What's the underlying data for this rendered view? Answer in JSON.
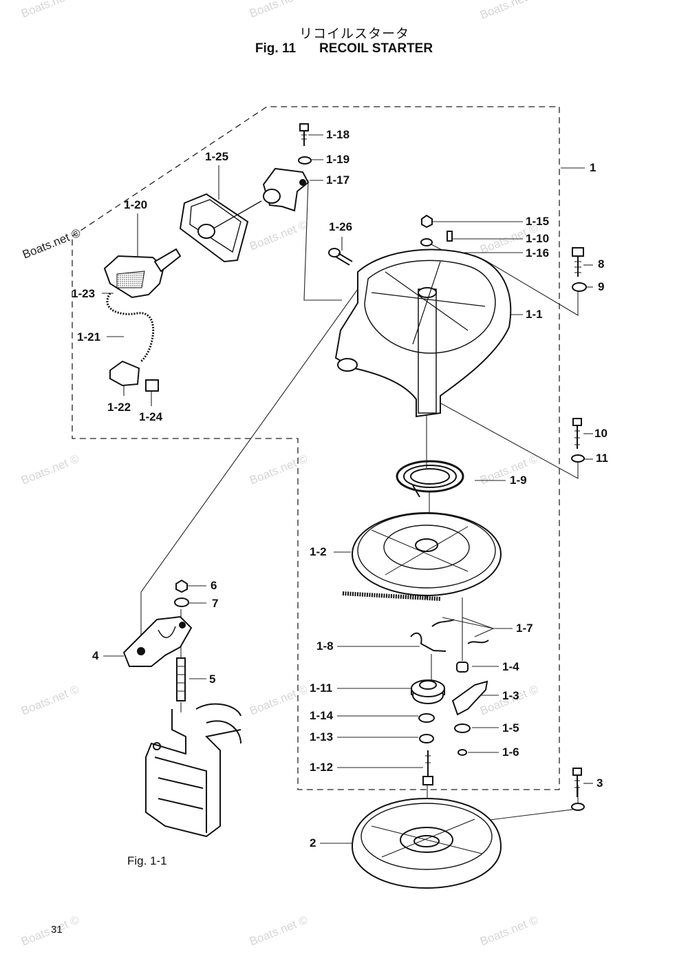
{
  "title": {
    "japanese": "リコイルスタータ",
    "figure": "Fig. 11",
    "name": "RECOIL STARTER"
  },
  "watermark": "Boats.net ©",
  "page_number": "31",
  "figure_reference": "Fig. 1-1",
  "callouts": {
    "c1": "1",
    "c1_1": "1-1",
    "c1_2": "1-2",
    "c1_3": "1-3",
    "c1_4": "1-4",
    "c1_5": "1-5",
    "c1_6": "1-6",
    "c1_7": "1-7",
    "c1_8": "1-8",
    "c1_9": "1-9",
    "c1_10": "1-10",
    "c1_11": "1-11",
    "c1_12": "1-12",
    "c1_13": "1-13",
    "c1_14": "1-14",
    "c1_15": "1-15",
    "c1_16": "1-16",
    "c1_17": "1-17",
    "c1_18": "1-18",
    "c1_19": "1-19",
    "c1_20": "1-20",
    "c1_21": "1-21",
    "c1_22": "1-22",
    "c1_23": "1-23",
    "c1_24": "1-24",
    "c1_25": "1-25",
    "c1_26": "1-26",
    "c2": "2",
    "c3": "3",
    "c4": "4",
    "c5": "5",
    "c6": "6",
    "c7": "7",
    "c8": "8",
    "c9": "9",
    "c10": "10",
    "c11": "11"
  }
}
